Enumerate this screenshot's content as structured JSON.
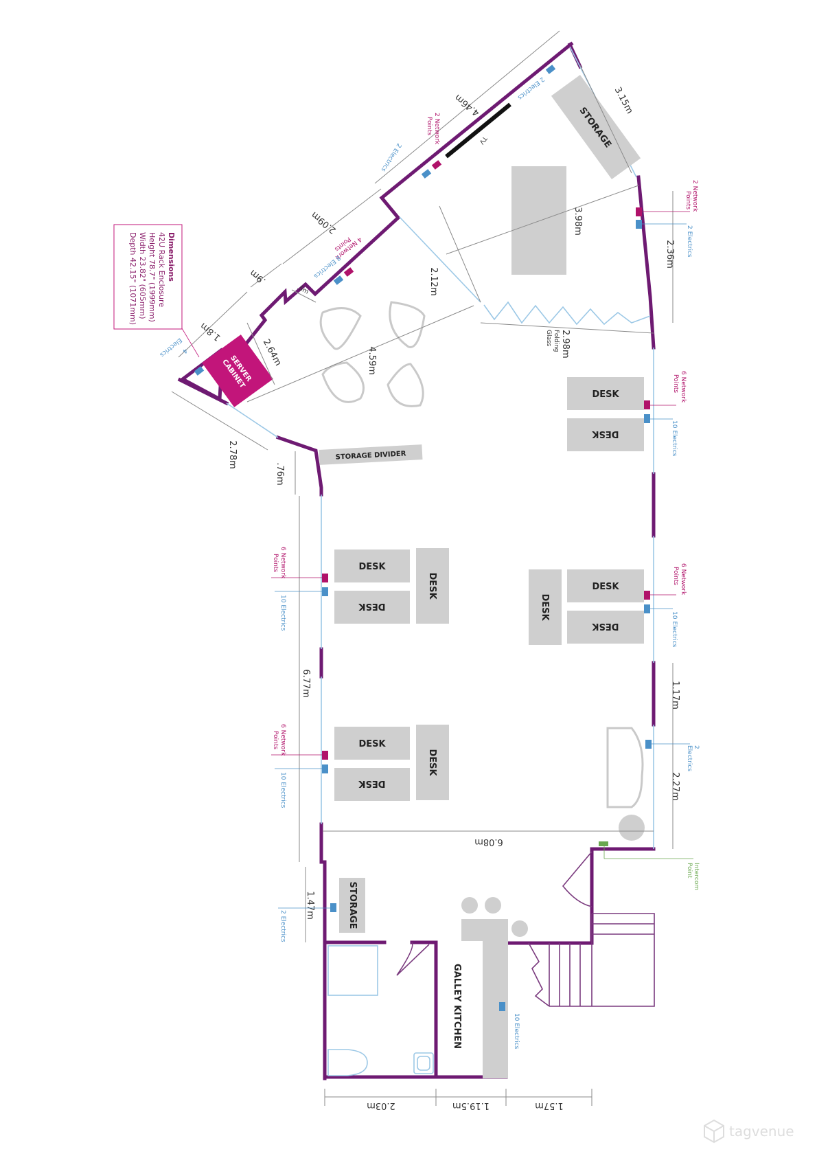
{
  "dimensions_box": {
    "title": "Dimensions",
    "lines": [
      "42U Rack Enclosure",
      "Height 78.7\" (1999mm)",
      "Width 23.82\" (605mm)",
      "Depth 42.15\" (1071mm)"
    ]
  },
  "measurements": {
    "m_446": "4.46m",
    "m_315": "3.15m",
    "m_209": "2.09m",
    "m_9": ".9m",
    "m_18": "1.8m",
    "m_5m": ".5m",
    "m_264": "2.64m",
    "m_212": "2.12m",
    "m_398": "3.98m",
    "m_236": "2.36m",
    "m_298": "2.98m",
    "m_459": "4.59m",
    "m_278": "2.78m",
    "m_76": ".76m",
    "m_677": "6.77m",
    "m_117": "1.17m",
    "m_227": "2.27m",
    "m_608": "6.08m",
    "m_147": "1.47m",
    "m_203": "2.03m",
    "m_1195": "1.19.5m",
    "m_157": "1.57m"
  },
  "folding_glass": [
    "Folding",
    "Glass"
  ],
  "labels": {
    "storage_top": "STORAGE",
    "tv": "TV",
    "server_cabinet": [
      "SERVER",
      "CABINET"
    ],
    "storage_divider": "STORAGE DIVIDER",
    "desk": "DESK",
    "storage_small": "STORAGE",
    "galley_kitchen": "GALLEY KITCHEN"
  },
  "points": {
    "net_2_top": [
      "2 Network",
      "Points"
    ],
    "elec_2_top": "2 Electrics",
    "elec_2_topright": "2 Electrics",
    "net_4": [
      "4 Network",
      "Points"
    ],
    "elec_8": "8 Electrics",
    "elec_4": [
      "4",
      "Electrics"
    ],
    "net_2_right": [
      "2 Network",
      "Points"
    ],
    "elec_2_right": "2 Electrics",
    "net_6_right_a": [
      "6 Network",
      "Points"
    ],
    "elec_10_right_a": "10 Electrics",
    "net_6_right_b": [
      "6 Network",
      "Points"
    ],
    "elec_10_right_b": "10 Electrics",
    "net_6_left_a": [
      "6 Network",
      "Points"
    ],
    "elec_10_left_a": "10 Electrics",
    "net_6_left_b": [
      "6 Network",
      "Points"
    ],
    "elec_10_left_b": "10 Electrics",
    "elec_2_lower_right": [
      "2",
      "Electrics"
    ],
    "intercom": [
      "Intercom",
      "Point"
    ],
    "elec_2_storage": "2 Electrics",
    "elec_10_kitchen": "10 Electrics"
  },
  "logo": {
    "name": "tagvenue",
    "icon": "cube-logo-icon"
  },
  "colors": {
    "wall": "#6e1a72",
    "network": "#b0126a",
    "electric": "#4a90c8",
    "intercom": "#6aa84f",
    "furniture": "#cfcfcf"
  }
}
